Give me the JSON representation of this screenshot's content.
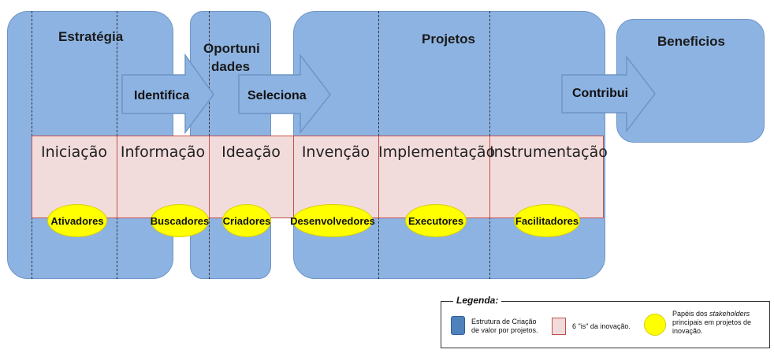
{
  "blocks": {
    "estrategia": "Estratégia",
    "oportunidades_line1": "Oportuni",
    "oportunidades_line2": "dades",
    "projetos": "Projetos",
    "beneficios": "Beneficios"
  },
  "arrows": {
    "identifica": "Identifica",
    "seleciona": "Seleciona",
    "contribui": "Contribui"
  },
  "phases": [
    "Iniciação",
    "Informação",
    "Ideação",
    "Invenção",
    "Implementação",
    "Instrumentação"
  ],
  "roles": [
    "Ativadores",
    "Buscadores",
    "Criadores",
    "Desenvolvedores",
    "Executores",
    "Facilitadores"
  ],
  "legend": {
    "title": "Legenda:",
    "item1": "Estrutura de Criação de valor por projetos.",
    "item2": "6 \"is\" da inovação.",
    "item3_part1": "Papéis dos",
    "item3_italic": "stakeholders",
    "item3_part2": "principais em projetos de inovação."
  },
  "colors": {
    "blue_block": "#8db3e2",
    "pink_band": "#f2dcdb",
    "band_border": "#c0504d",
    "role_yellow": "#ffff00"
  }
}
